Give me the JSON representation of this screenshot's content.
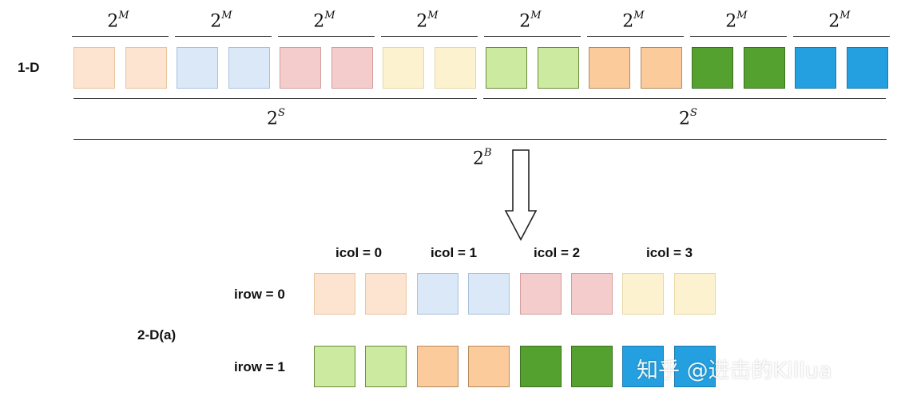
{
  "labels": {
    "one_d": "1-D",
    "two_d": "2-D(a)",
    "base": "2",
    "exp_m": "M",
    "exp_s": "S",
    "exp_b": "B"
  },
  "columns": [
    "icol = 0",
    "icol = 1",
    "icol = 2",
    "icol = 3"
  ],
  "rows": [
    "irow = 0",
    "irow = 1"
  ],
  "palette": [
    {
      "fill": "#fce4d1",
      "stroke": "#e8c49e"
    },
    {
      "fill": "#dbe8f7",
      "stroke": "#a9c1dc"
    },
    {
      "fill": "#f5cccc",
      "stroke": "#d49e9e"
    },
    {
      "fill": "#fdf2d0",
      "stroke": "#e7d8a6"
    },
    {
      "fill": "#cdeaa1",
      "stroke": "#6b8c3b"
    },
    {
      "fill": "#fbcb9c",
      "stroke": "#b58a5e"
    },
    {
      "fill": "#55a12f",
      "stroke": "#3b6f23"
    },
    {
      "fill": "#249fdf",
      "stroke": "#1a79ad"
    }
  ],
  "row1_colors": [
    0,
    0,
    1,
    1,
    2,
    2,
    3,
    3
  ],
  "row2_colors": [
    4,
    4,
    5,
    5,
    6,
    6,
    7,
    7
  ],
  "watermark": "知乎 @进击的Killua"
}
